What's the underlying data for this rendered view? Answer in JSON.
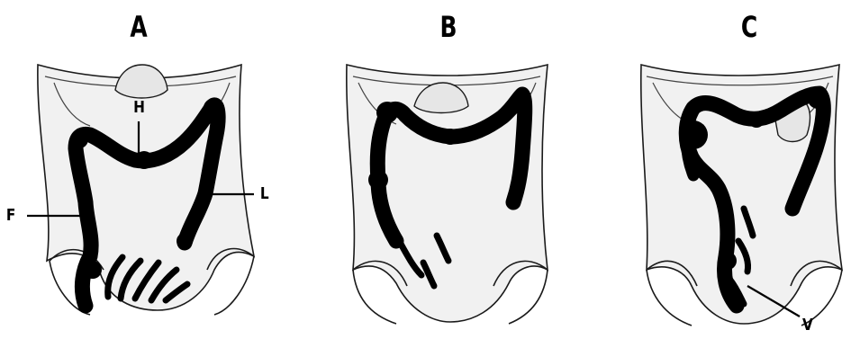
{
  "panels": [
    {
      "id": "A",
      "title": "A",
      "labels": [
        "H",
        "F",
        "L"
      ]
    },
    {
      "id": "B",
      "title": "B",
      "labels": []
    },
    {
      "id": "C",
      "title": "C",
      "labels": [
        "V"
      ]
    }
  ],
  "colors": {
    "ink": "#000000",
    "shading": "#f1f1f1",
    "background": "#ffffff"
  }
}
